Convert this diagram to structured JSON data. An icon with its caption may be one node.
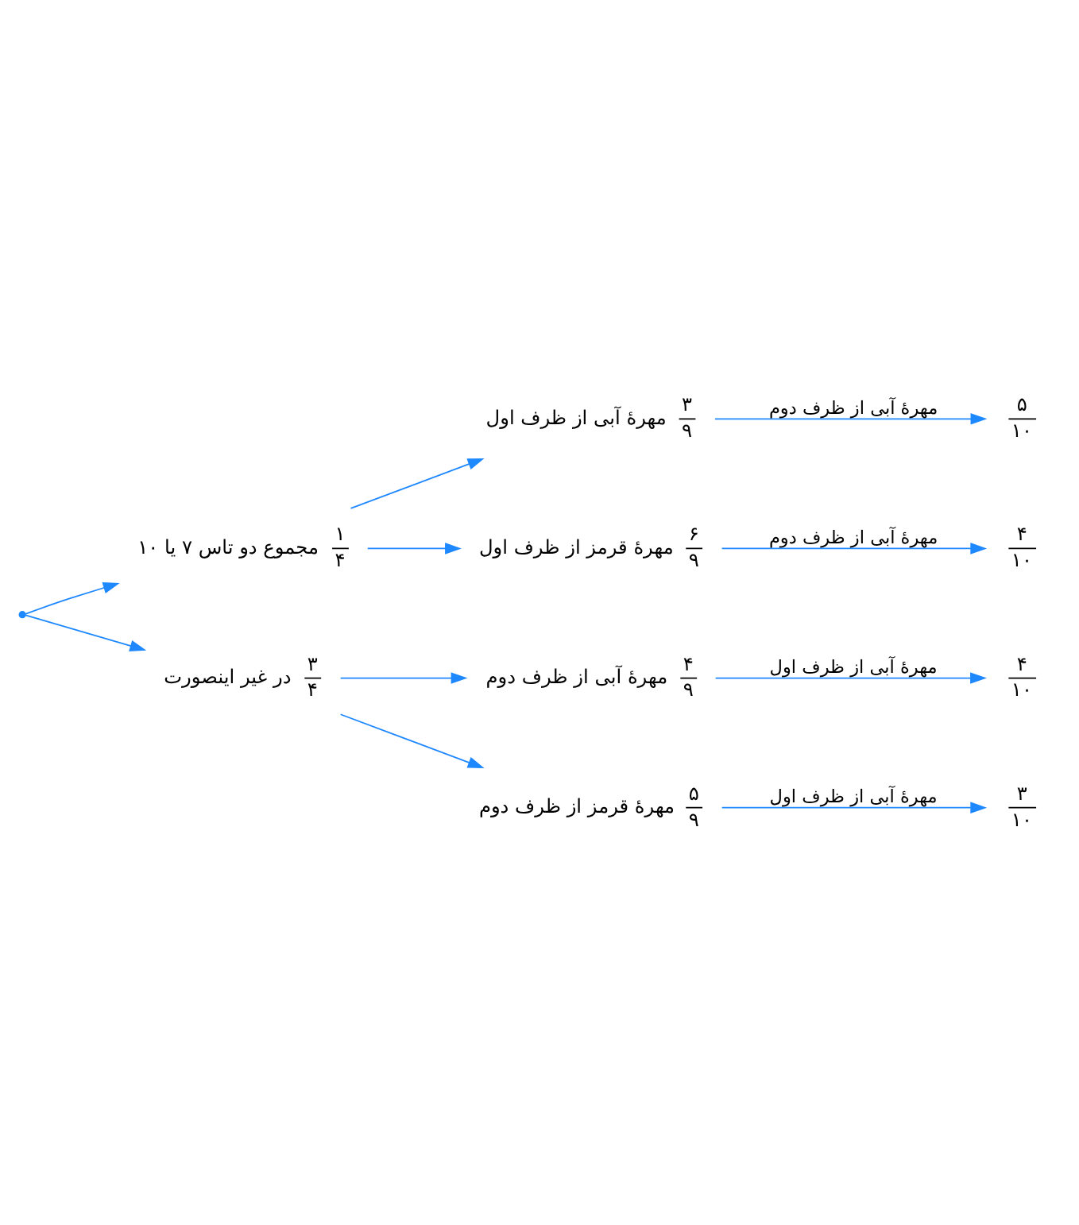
{
  "diagram": {
    "nodes": [
      {
        "text": [],
        "shape": "point"
      },
      {
        "text": [
          "۱",
          "۴"
        ],
        "beside": [
          "مجموع دو تاس ۷ یا ۱۰"
        ]
      },
      {
        "text": [
          "۳",
          "۹"
        ],
        "beside": [
          "مهرهٔ آبی از ظرف اول"
        ]
      },
      {
        "text": [
          "۵",
          "۱۰"
        ]
      },
      {
        "text": [
          "۶",
          "۹"
        ],
        "beside": [
          "مهرهٔ قرمز از ظرف اول"
        ]
      },
      {
        "text": [
          "۴",
          "۱۰"
        ]
      },
      {
        "text": [
          "۳",
          "۴"
        ],
        "beside": [
          "در غیر اینصورت"
        ]
      },
      {
        "text": [
          "۴",
          "۹"
        ],
        "beside": [
          "مهرهٔ آبی از ظرف دوم"
        ]
      },
      {
        "text": [
          "۴",
          "۱۰"
        ]
      },
      {
        "text": [
          "۵",
          "۹"
        ],
        "beside": [
          "مهرهٔ قرمز از ظرف دوم"
        ]
      },
      {
        "text": [
          "۳",
          "۱۰"
        ]
      }
    ],
    "edges": [
      {
        "from": 0,
        "to": 1,
        "arrow": "to"
      },
      {
        "from": 0,
        "to": 6,
        "arrow": "to"
      },
      {
        "from": 1,
        "to": 2,
        "arrow": "to"
      },
      {
        "from": 1,
        "to": 4,
        "arrow": "to"
      },
      {
        "from": 2,
        "to": 3,
        "arrow": "to",
        "label": "مهرهٔ آبی از ظرف دوم"
      },
      {
        "from": 4,
        "to": 5,
        "arrow": "to",
        "label": "مهرهٔ آبی از ظرف دوم"
      },
      {
        "from": 6,
        "to": 7,
        "arrow": "to"
      },
      {
        "from": 6,
        "to": 9,
        "arrow": "to"
      },
      {
        "from": 7,
        "to": 8,
        "arrow": "to",
        "label": "مهرهٔ آبی از ظرف اول"
      },
      {
        "from": 9,
        "to": 10,
        "arrow": "to",
        "label": "مهرهٔ آبی از ظرف اول"
      }
    ]
  }
}
